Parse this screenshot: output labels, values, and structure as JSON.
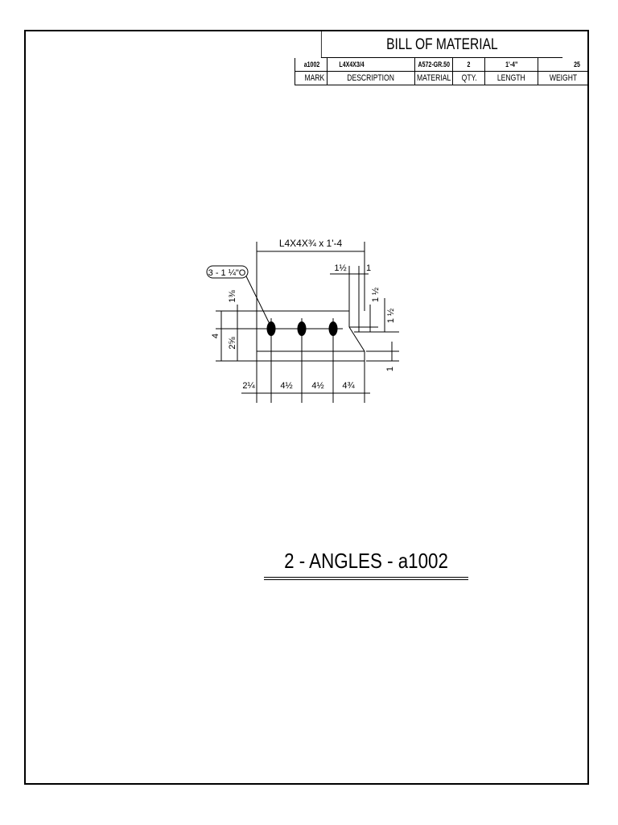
{
  "bill_of_material": {
    "title": "BILL OF MATERIAL",
    "headers": {
      "mark": "MARK",
      "description": "DESCRIPTION",
      "material": "MATERIAL",
      "qty": "QTY.",
      "length": "LENGTH",
      "weight": "WEIGHT"
    },
    "row": {
      "mark": "a1002",
      "description": "L4X4X3/4",
      "material": "A572-GR.50",
      "qty": "2",
      "length": "1'-4\"",
      "weight": "25"
    }
  },
  "detail": {
    "member_label": "L4X4X¾ x 1'-4",
    "hole_callout": "3 - 1 ¼\"O",
    "leg_dim": "4",
    "dim_top_gage": "1⅜",
    "dim_bottom_gage": "2⅝",
    "dim_clip_horizontal": "1½",
    "dim_clip_small": "1",
    "dim_clip_vertical_upper": "1 ½",
    "dim_clip_vertical_lower": "1 ½",
    "dim_thickness": "1",
    "dim_edge_left": "2¼",
    "dim_spacing_1": "4½",
    "dim_spacing_2": "4½",
    "dim_edge_right": "4¾"
  },
  "drawing_title": "2 - ANGLES - a1002"
}
